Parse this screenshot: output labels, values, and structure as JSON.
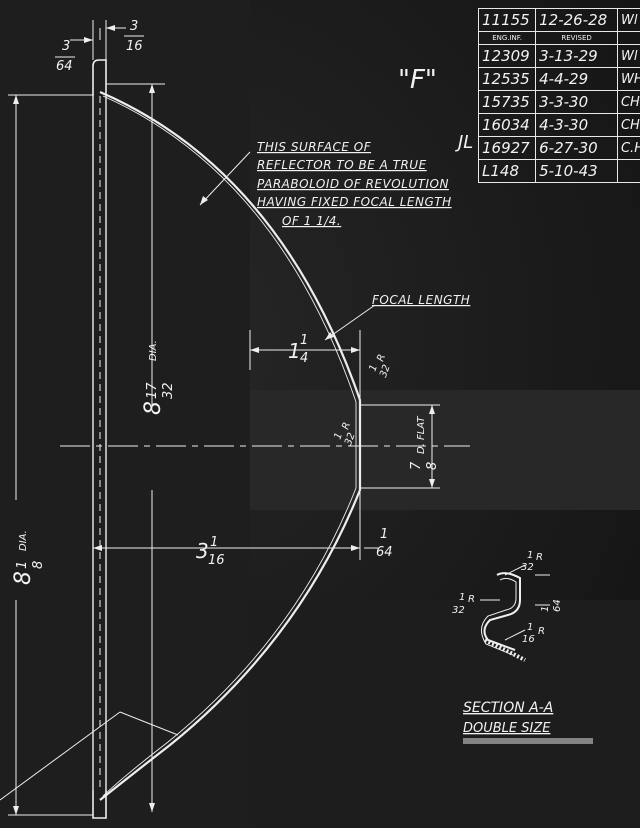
{
  "revision_table": {
    "rows": [
      [
        "11155",
        "12-26-28",
        "Wl"
      ],
      [
        "ENG.INF.",
        "REVISED",
        ""
      ],
      [
        "12309",
        "3-13-29",
        "Wl"
      ],
      [
        "12535",
        "4-4-29",
        "WH"
      ],
      [
        "15735",
        "3-3-30",
        "CH"
      ],
      [
        "16034",
        "4-3-30",
        "CH"
      ],
      [
        "16927",
        "6-27-30",
        "C.H"
      ],
      [
        "L148",
        "5-10-43",
        ""
      ]
    ],
    "initials": "JL"
  },
  "rev_letter": "\"F\"",
  "notes": {
    "surface_lines": [
      "THIS SURFACE OF",
      "REFLECTOR TO BE A TRUE",
      "PARABOLOID OF REVOLUTION",
      "HAVING FIXED FOCAL LENGTH",
      "OF 1 1/4."
    ],
    "focal_length": "FOCAL LENGTH"
  },
  "dimensions": {
    "top_3_64": {
      "num": "3",
      "den": "64"
    },
    "top_3_16": {
      "num": "3",
      "den": "16"
    },
    "dia_8_17_32": {
      "whole": "8",
      "num": "17",
      "den": "32",
      "label": "DIA."
    },
    "dia_8_1_8": {
      "whole": "8",
      "num": "1",
      "den": "8",
      "label": "DIA."
    },
    "focal_1_1_4": {
      "whole": "1",
      "num": "1",
      "den": "4"
    },
    "r_1_32_top": {
      "num": "1",
      "den": "32",
      "label": "R"
    },
    "r_1_32_left": {
      "num": "1",
      "den": "32",
      "label": "R"
    },
    "flat_7_8": {
      "num": "7",
      "den": "8",
      "label": "D. FLAT"
    },
    "depth_3_1_16": {
      "whole": "3",
      "num": "1",
      "den": "16"
    },
    "thick_1_64": {
      "num": "1",
      "den": "64"
    }
  },
  "section": {
    "title": "SECTION A-A",
    "subtitle": "DOUBLE SIZE",
    "r1": {
      "num": "1",
      "den": "32",
      "label": "R"
    },
    "r2": {
      "num": "1",
      "den": "32",
      "label": "R"
    },
    "r3": {
      "num": "1",
      "den": "16",
      "label": "R"
    },
    "t": {
      "num": "1",
      "den": "64"
    }
  },
  "colors": {
    "ink": "#f2f2f2",
    "background": "#1b1b1b"
  }
}
